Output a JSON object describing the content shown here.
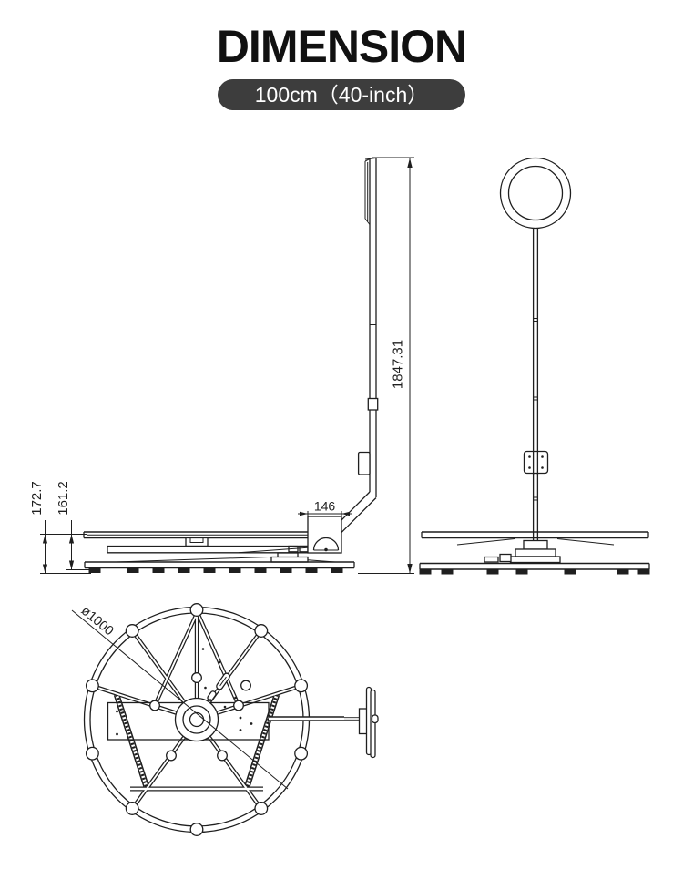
{
  "header": {
    "title": "DIMENSION",
    "badge": "100cm（40-inch）"
  },
  "views": {
    "side": {
      "dimensions": {
        "total_height": "1847.31",
        "base_total_height": "172.7",
        "base_height": "161.2",
        "bracket_width": "146"
      }
    },
    "front": {},
    "top": {
      "dimensions": {
        "diameter": "ø1000"
      }
    }
  },
  "colors": {
    "background": "#ffffff",
    "title_text": "#111111",
    "badge_bg": "#3d3d3d",
    "badge_text": "#ffffff",
    "line": "#1f1f1f"
  }
}
